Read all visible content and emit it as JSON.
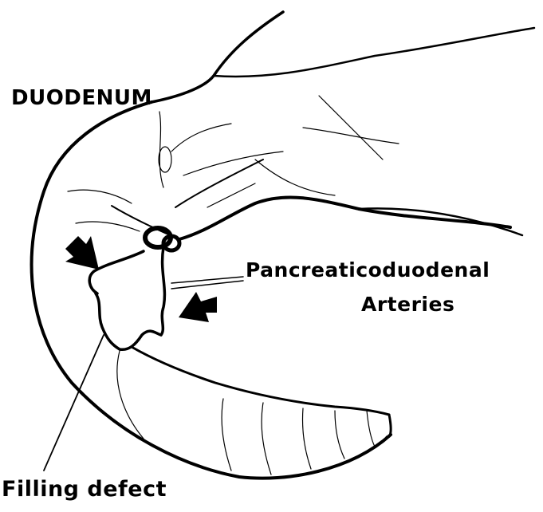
{
  "labels": {
    "organ": "DUODENUM",
    "vessels_line1": "Pancreaticoduodenal",
    "vessels_line2": "Arteries",
    "defect": "Filling defect"
  },
  "colors": {
    "ink": "#000000",
    "background": "#ffffff"
  },
  "icons": {
    "arrow_upper": "arrow-down-right-icon",
    "arrow_lower": "arrow-down-left-icon"
  }
}
